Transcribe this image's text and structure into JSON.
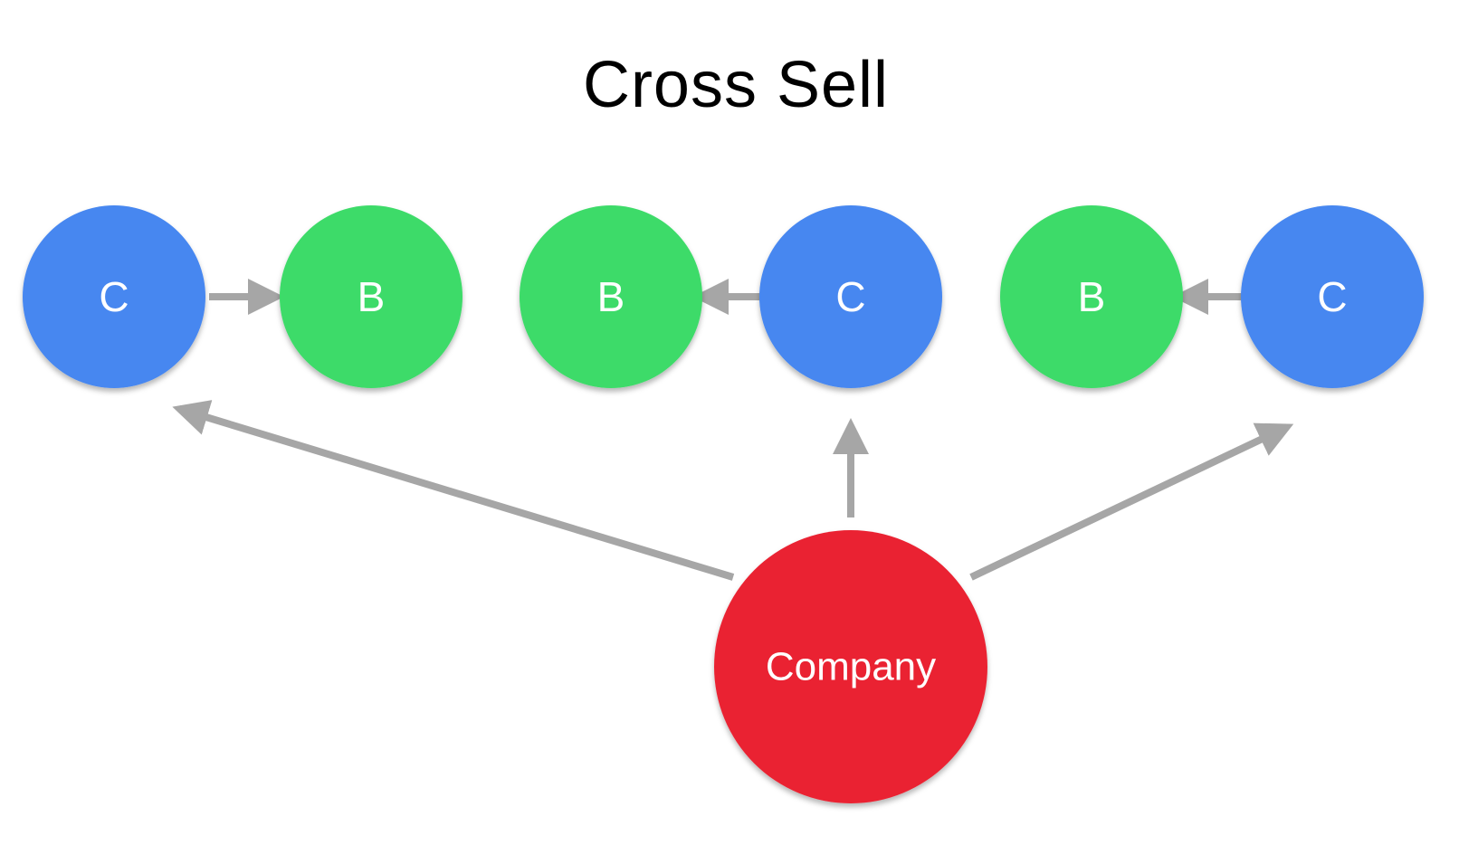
{
  "title": "Cross Sell",
  "colors": {
    "customer": "#4787F0",
    "business": "#3DDB69",
    "company": "#EA2432",
    "arrow": "#A6A6A6",
    "label": "#FFFFFF"
  },
  "nodes": [
    {
      "id": "c1",
      "label": "C",
      "kind": "customer"
    },
    {
      "id": "b1",
      "label": "B",
      "kind": "business"
    },
    {
      "id": "b2",
      "label": "B",
      "kind": "business"
    },
    {
      "id": "c2",
      "label": "C",
      "kind": "customer"
    },
    {
      "id": "b3",
      "label": "B",
      "kind": "business"
    },
    {
      "id": "c3",
      "label": "C",
      "kind": "customer"
    },
    {
      "id": "company",
      "label": "Company",
      "kind": "company"
    }
  ],
  "edges": [
    {
      "from": "c1",
      "to": "b1"
    },
    {
      "from": "c2",
      "to": "b2"
    },
    {
      "from": "c3",
      "to": "b3"
    },
    {
      "from": "company",
      "to": "c1"
    },
    {
      "from": "company",
      "to": "c2"
    },
    {
      "from": "company",
      "to": "c3"
    }
  ]
}
